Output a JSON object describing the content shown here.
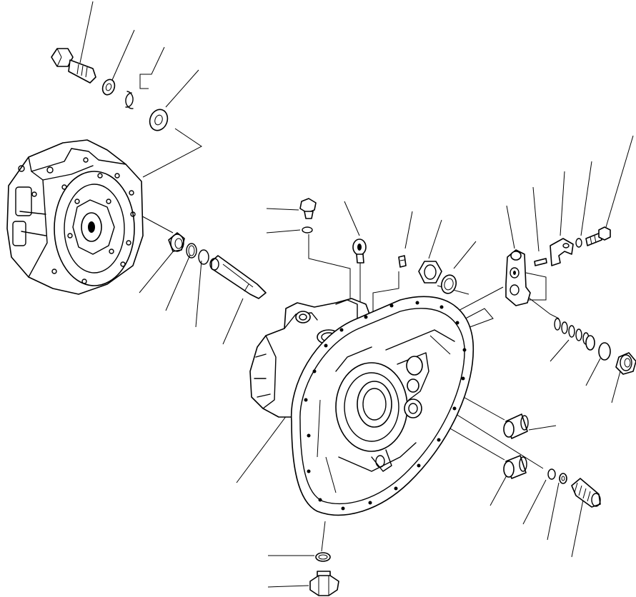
{
  "diagram": {
    "type": "exploded-parts-view",
    "parts": [
      {
        "id": "bolt-top"
      },
      {
        "id": "washer-top"
      },
      {
        "id": "snap-ring-pair"
      },
      {
        "id": "bushing-top"
      },
      {
        "id": "pump-unit-left"
      },
      {
        "id": "oil-seal"
      },
      {
        "id": "o-ring-left"
      },
      {
        "id": "shaft"
      },
      {
        "id": "plug-top"
      },
      {
        "id": "o-ring-plug-top"
      },
      {
        "id": "eye-bolt"
      },
      {
        "id": "set-screw"
      },
      {
        "id": "nut-bearing"
      },
      {
        "id": "shim"
      },
      {
        "id": "valve-block"
      },
      {
        "id": "pin"
      },
      {
        "id": "bracket-small"
      },
      {
        "id": "washer-right"
      },
      {
        "id": "bolt-right"
      },
      {
        "id": "spring-stack"
      },
      {
        "id": "o-ring-right"
      },
      {
        "id": "plug-right"
      },
      {
        "id": "pump-case-main"
      },
      {
        "id": "sleeve-upper"
      },
      {
        "id": "sleeve-lower"
      },
      {
        "id": "o-ring-fitting"
      },
      {
        "id": "washer-fitting"
      },
      {
        "id": "fitting"
      },
      {
        "id": "o-ring-drain"
      },
      {
        "id": "drain-plug"
      }
    ]
  }
}
